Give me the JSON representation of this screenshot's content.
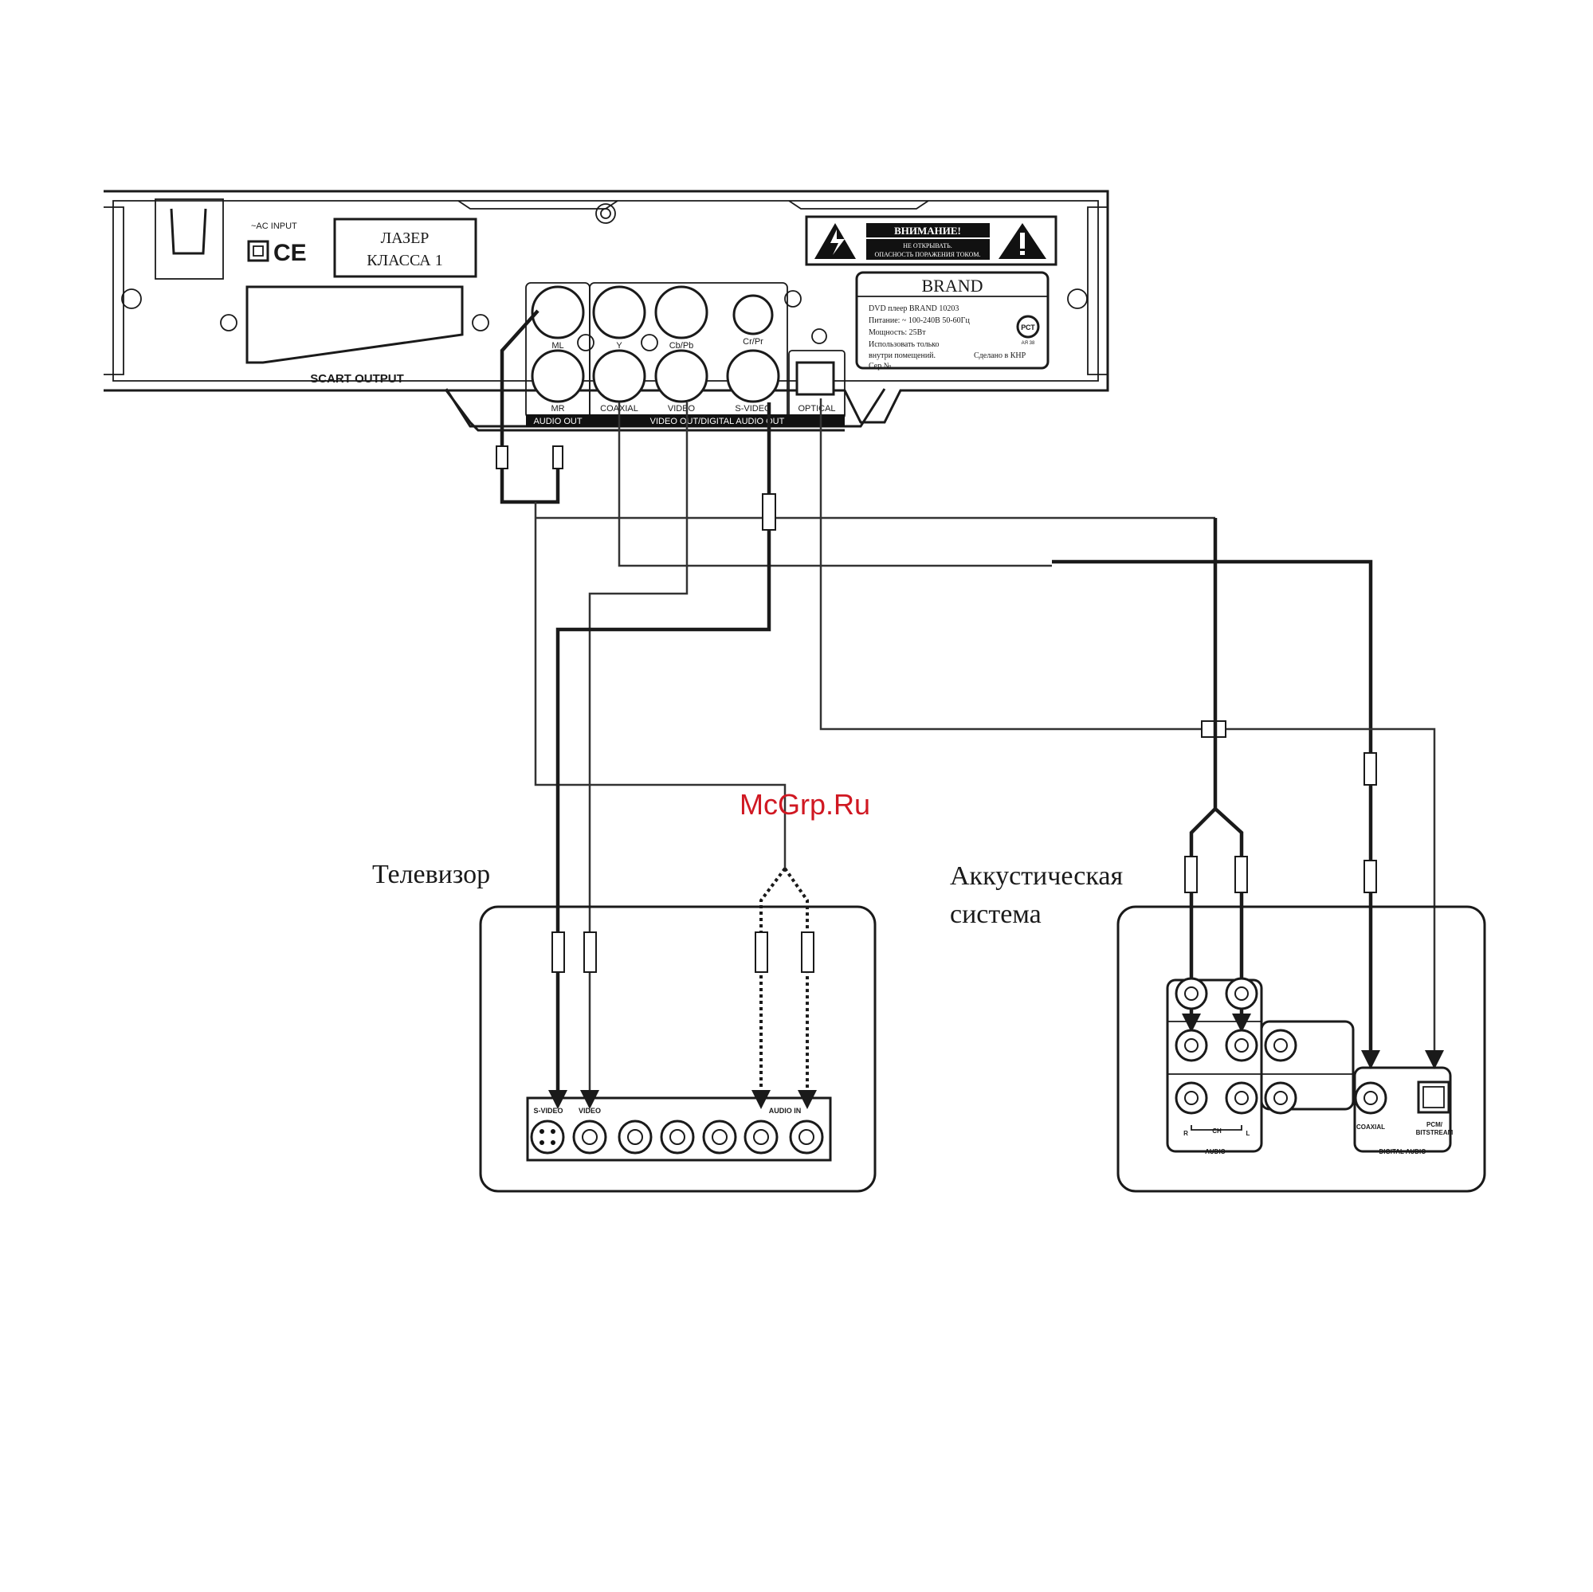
{
  "watermark": "McGrp.Ru",
  "dvd_player": {
    "ac_input": "~AC INPUT",
    "ce_mark": "CE",
    "laser_label_line1": "ЛАЗЕР",
    "laser_label_line2": "КЛАССА 1",
    "scart_output": "SCART OUTPUT",
    "warning_title": "ВНИМАНИЕ!",
    "warning_line1": "НЕ ОТКРЫВАТЬ.",
    "warning_line2": "ОПАСНОСТЬ ПОРАЖЕНИЯ ТОКОМ.",
    "brand": "BRAND",
    "spec_line1": "DVD плеер BRAND  10203",
    "spec_line2": "Питание: ~ 100-240В 50-60Гц",
    "spec_line3": "Мощность: 25Вт",
    "spec_line4": "Использовать только",
    "spec_line5": "внутри помещений.",
    "spec_made_in": "Сделано в КНР",
    "spec_serial": "Сер.№",
    "cert_mark": "РСТ",
    "cert_code": "АЯ 38",
    "jacks": {
      "ml": "ML",
      "mr": "MR",
      "y": "Y",
      "cb_pb": "Cb/Pb",
      "cr_pr": "Cr/Pr",
      "coaxial": "COAXIAL",
      "video": "VIDEO",
      "s_video": "S-VIDEO",
      "optical": "OPTICAL"
    },
    "group_audio_out": "AUDIO OUT",
    "group_video_out": "VIDEO OUT/DIGITAL AUDIO OUT"
  },
  "tv": {
    "title": "Телевизор",
    "s_video": "S-VIDEO",
    "video": "VIDEO",
    "audio_in": "AUDIO IN"
  },
  "speaker_system": {
    "title_line1": "Аккустическая",
    "title_line2": "система",
    "r": "R",
    "l": "L",
    "ch": "CH",
    "audio": "AUDIO",
    "coaxial": "COAXIAL",
    "pcm_line1": "PCM/",
    "pcm_line2": "BITSTREAM",
    "digital_audio": "DIGITAL AUDIO"
  }
}
